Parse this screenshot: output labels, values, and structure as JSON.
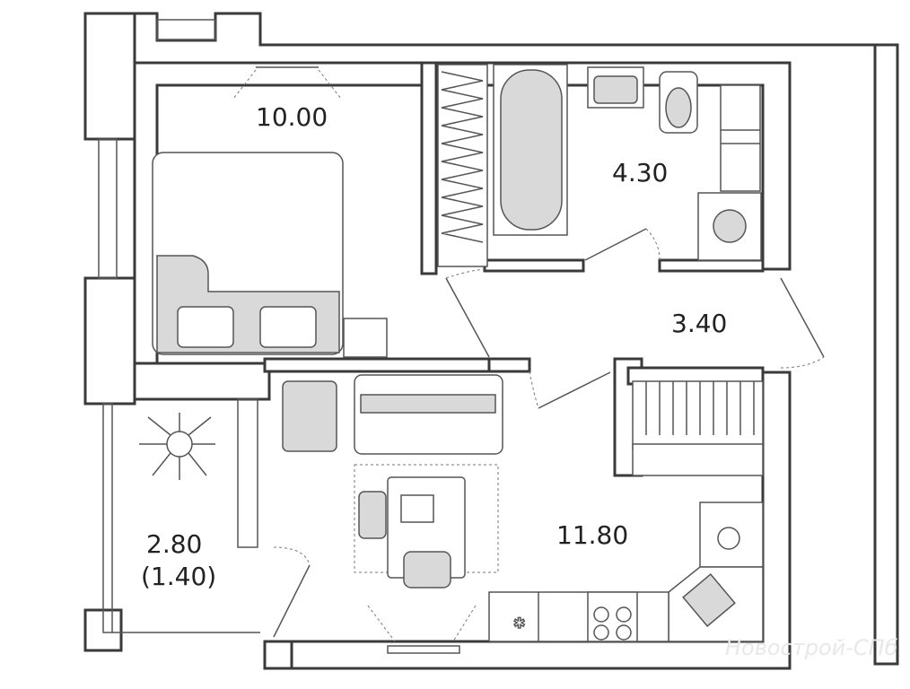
{
  "rooms": {
    "bedroom_area": "10.00",
    "bathroom_area": "4.30",
    "hall_area": "3.40",
    "living_kitchen_area": "11.80",
    "balcony_area": "2.80",
    "balcony_reduced_area": "(1.40)"
  },
  "watermark": "Новострой-СПб",
  "colors": {
    "wall": "#3a3a3a",
    "furniture_fill": "#d9d9d9",
    "background": "#ffffff"
  }
}
